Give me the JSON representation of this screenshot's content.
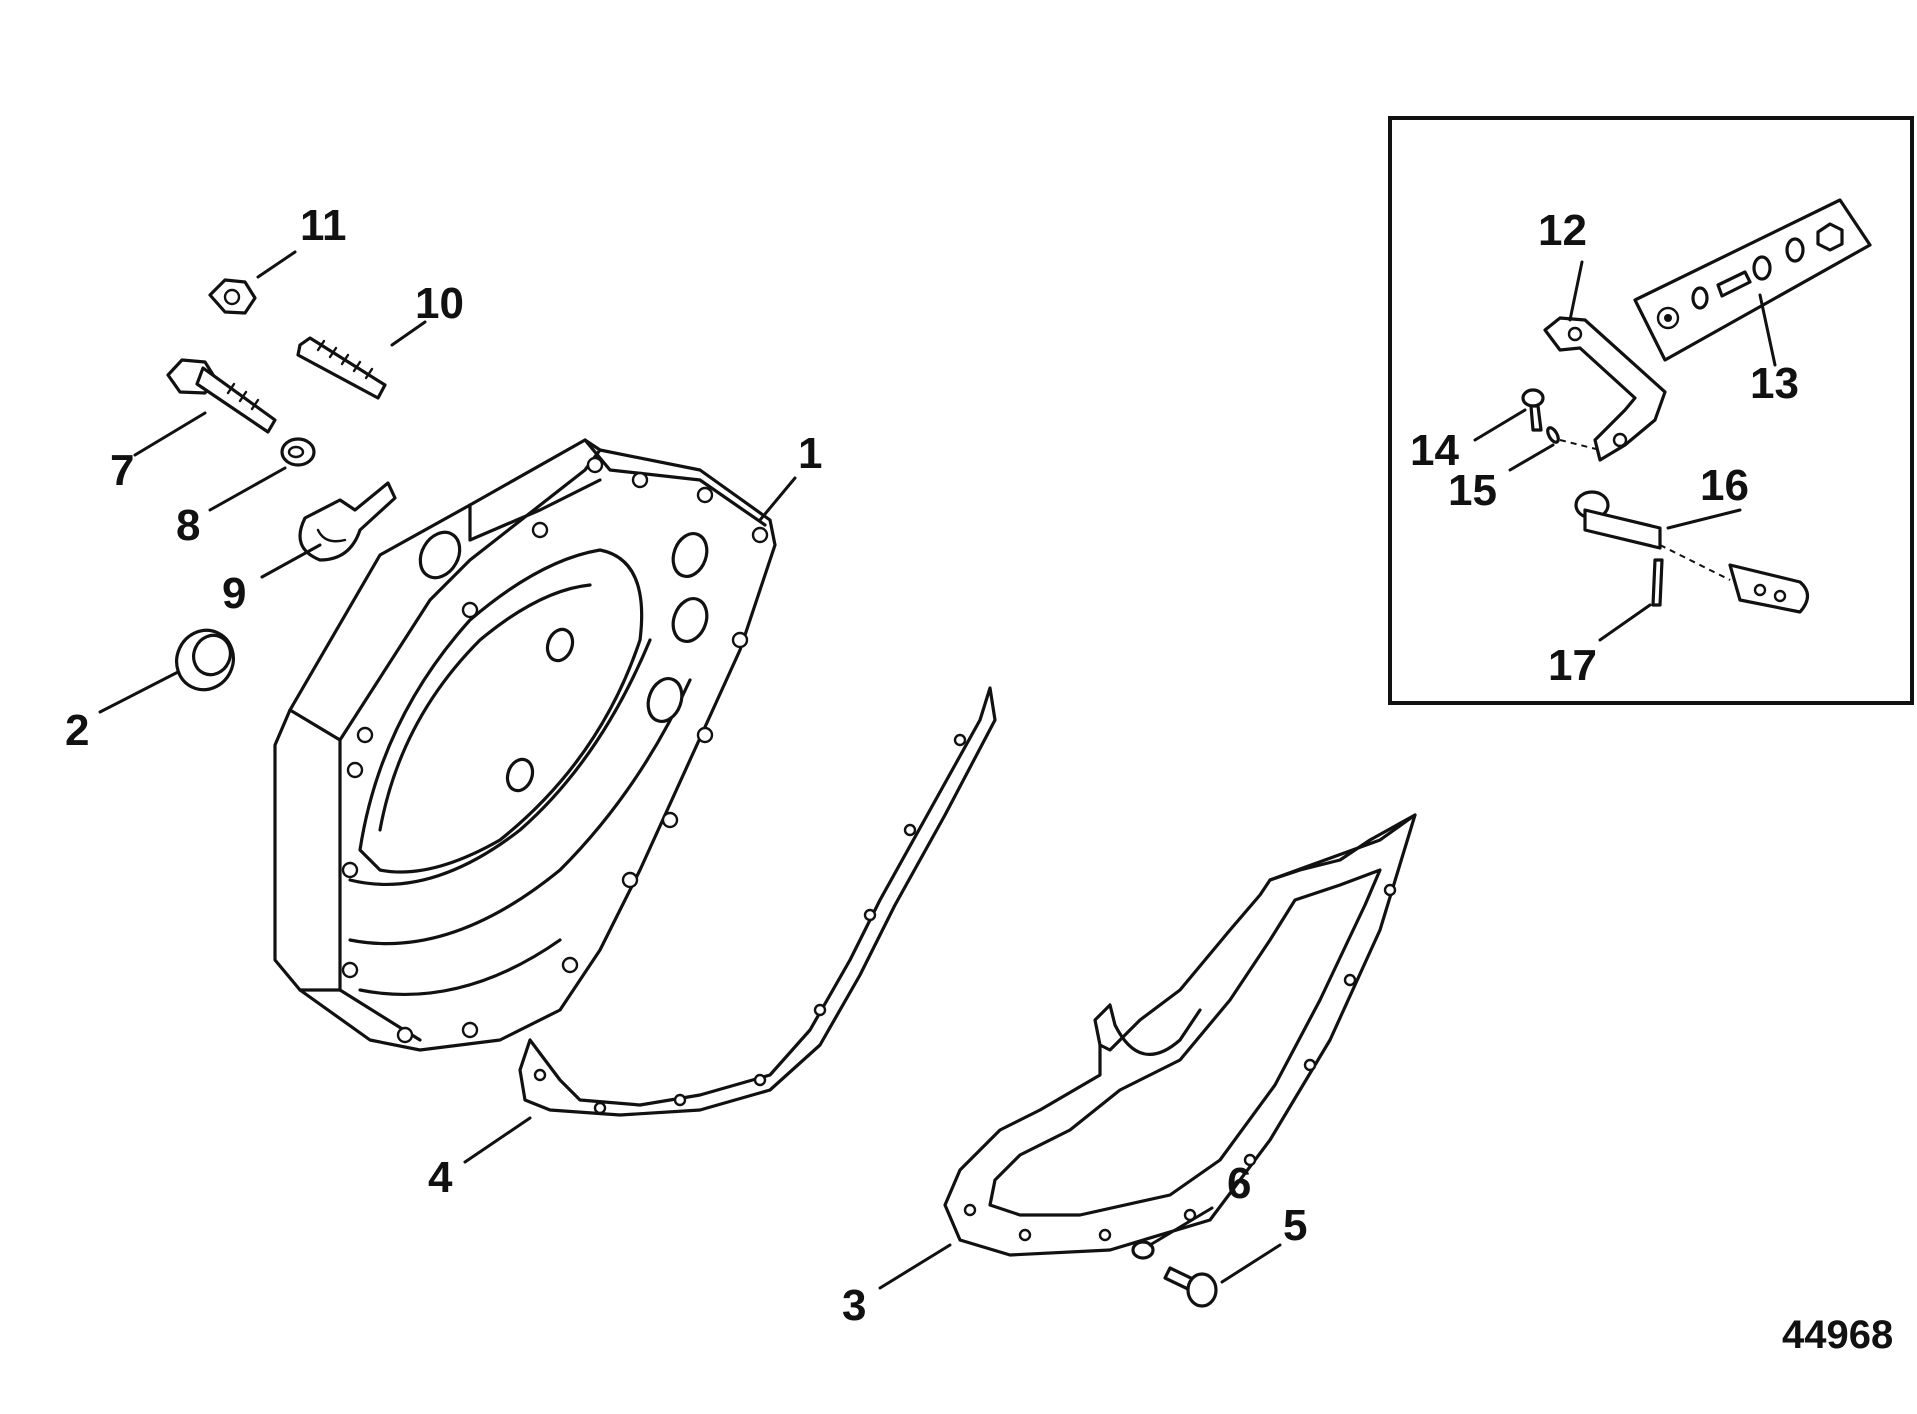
{
  "figure_number": "44968",
  "callouts": [
    {
      "id": "1",
      "label": "1"
    },
    {
      "id": "2",
      "label": "2"
    },
    {
      "id": "3",
      "label": "3"
    },
    {
      "id": "4",
      "label": "4"
    },
    {
      "id": "5",
      "label": "5"
    },
    {
      "id": "6",
      "label": "6"
    },
    {
      "id": "7",
      "label": "7"
    },
    {
      "id": "8",
      "label": "8"
    },
    {
      "id": "9",
      "label": "9"
    },
    {
      "id": "10",
      "label": "10"
    },
    {
      "id": "11",
      "label": "11"
    },
    {
      "id": "12",
      "label": "12"
    },
    {
      "id": "13",
      "label": "13"
    },
    {
      "id": "14",
      "label": "14"
    },
    {
      "id": "15",
      "label": "15"
    },
    {
      "id": "16",
      "label": "16"
    },
    {
      "id": "17",
      "label": "17"
    }
  ]
}
